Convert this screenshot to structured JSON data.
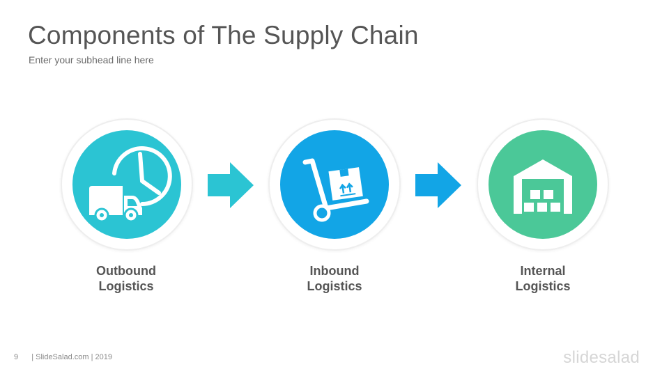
{
  "slide": {
    "title": "Components of The Supply Chain",
    "subtitle": "Enter your subhead line here"
  },
  "steps": [
    {
      "icon": "delivery-truck-clock-icon",
      "color": "#2bc4d3",
      "label_line1": "Outbound",
      "label_line2": "Logistics"
    },
    {
      "icon": "hand-truck-box-icon",
      "color": "#12a5e6",
      "label_line1": "Inbound",
      "label_line2": "Logistics"
    },
    {
      "icon": "warehouse-icon",
      "color": "#4bc898",
      "label_line1": "Internal",
      "label_line2": "Logistics"
    }
  ],
  "arrows": [
    {
      "icon": "right-arrow-icon",
      "color": "#2bc4d3"
    },
    {
      "icon": "right-arrow-icon",
      "color": "#12a5e6"
    }
  ],
  "footer": {
    "page_number": "9",
    "credit": "| SlideSalad.com | 2019",
    "brand": "slidesalad"
  }
}
